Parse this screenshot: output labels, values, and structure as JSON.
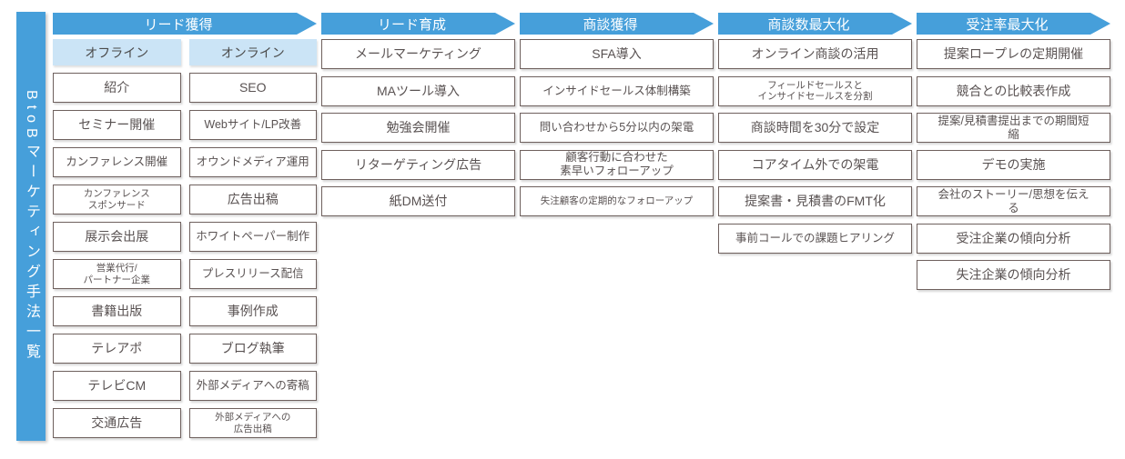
{
  "title": "BtoBマーケティング手法一覧",
  "sidebar": {
    "label": "BtoBマーケティング手法一覧"
  },
  "colors": {
    "accent_blue": "#469FDA",
    "light_blue": "#CBE4F6",
    "box_border": "#6E605D",
    "box_text": "#595252",
    "header_text": "#FFFFFF"
  },
  "columns": [
    {
      "header": "リード獲得",
      "subcolumns": [
        {
          "header": "オフライン",
          "items": [
            {
              "label": "紹介"
            },
            {
              "label": "セミナー開催"
            },
            {
              "label": "カンファレンス開催",
              "size": "sm"
            },
            {
              "label": "カンファレンス\nスポンサード",
              "size": "xs"
            },
            {
              "label": "展示会出展"
            },
            {
              "label": "営業代行/\nパートナー企業",
              "size": "xs"
            },
            {
              "label": "書籍出版"
            },
            {
              "label": "テレアポ"
            },
            {
              "label": "テレビCM"
            },
            {
              "label": "交通広告"
            }
          ]
        },
        {
          "header": "オンライン",
          "items": [
            {
              "label": "SEO"
            },
            {
              "label": "Webサイト/LP改善",
              "size": "sm"
            },
            {
              "label": "オウンドメディア運用",
              "size": "sm"
            },
            {
              "label": "広告出稿"
            },
            {
              "label": "ホワイトペーパー制作",
              "size": "sm"
            },
            {
              "label": "プレスリリース配信",
              "size": "sm"
            },
            {
              "label": "事例作成"
            },
            {
              "label": "ブログ執筆"
            },
            {
              "label": "外部メディアへの寄稿",
              "size": "sm"
            },
            {
              "label": "外部メディアへの\n広告出稿",
              "size": "xs"
            }
          ]
        }
      ]
    },
    {
      "header": "リード育成",
      "items": [
        {
          "label": "メールマーケティング"
        },
        {
          "label": "MAツール導入"
        },
        {
          "label": "勉強会開催"
        },
        {
          "label": "リターゲティング広告"
        },
        {
          "label": "紙DM送付"
        }
      ]
    },
    {
      "header": "商談獲得",
      "items": [
        {
          "label": "SFA導入"
        },
        {
          "label": "インサイドセールス体制構築",
          "size": "sm"
        },
        {
          "label": "問い合わせから5分以内の架電",
          "size": "sm"
        },
        {
          "label": "顧客行動に合わせた\n素早いフォローアップ",
          "size": "sm"
        },
        {
          "label": "失注顧客の定期的なフォローアップ",
          "size": "xs"
        }
      ]
    },
    {
      "header": "商談数最大化",
      "items": [
        {
          "label": "オンライン商談の活用"
        },
        {
          "label": "フィールドセールスと\nインサイドセールスを分割",
          "size": "xs"
        },
        {
          "label": "商談時間を30分で設定"
        },
        {
          "label": "コアタイム外での架電"
        },
        {
          "label": "提案書・見積書のFMT化"
        },
        {
          "label": "事前コールでの課題ヒアリング",
          "size": "sm"
        }
      ]
    },
    {
      "header": "受注率最大化",
      "items": [
        {
          "label": "提案ロープレの定期開催"
        },
        {
          "label": "競合との比較表作成"
        },
        {
          "label": "提案/見積書提出までの期間短\n縮",
          "size": "sm"
        },
        {
          "label": "デモの実施"
        },
        {
          "label": "会社のストーリー/思想を伝え\nる",
          "size": "sm"
        },
        {
          "label": "受注企業の傾向分析"
        },
        {
          "label": "失注企業の傾向分析"
        }
      ]
    }
  ]
}
